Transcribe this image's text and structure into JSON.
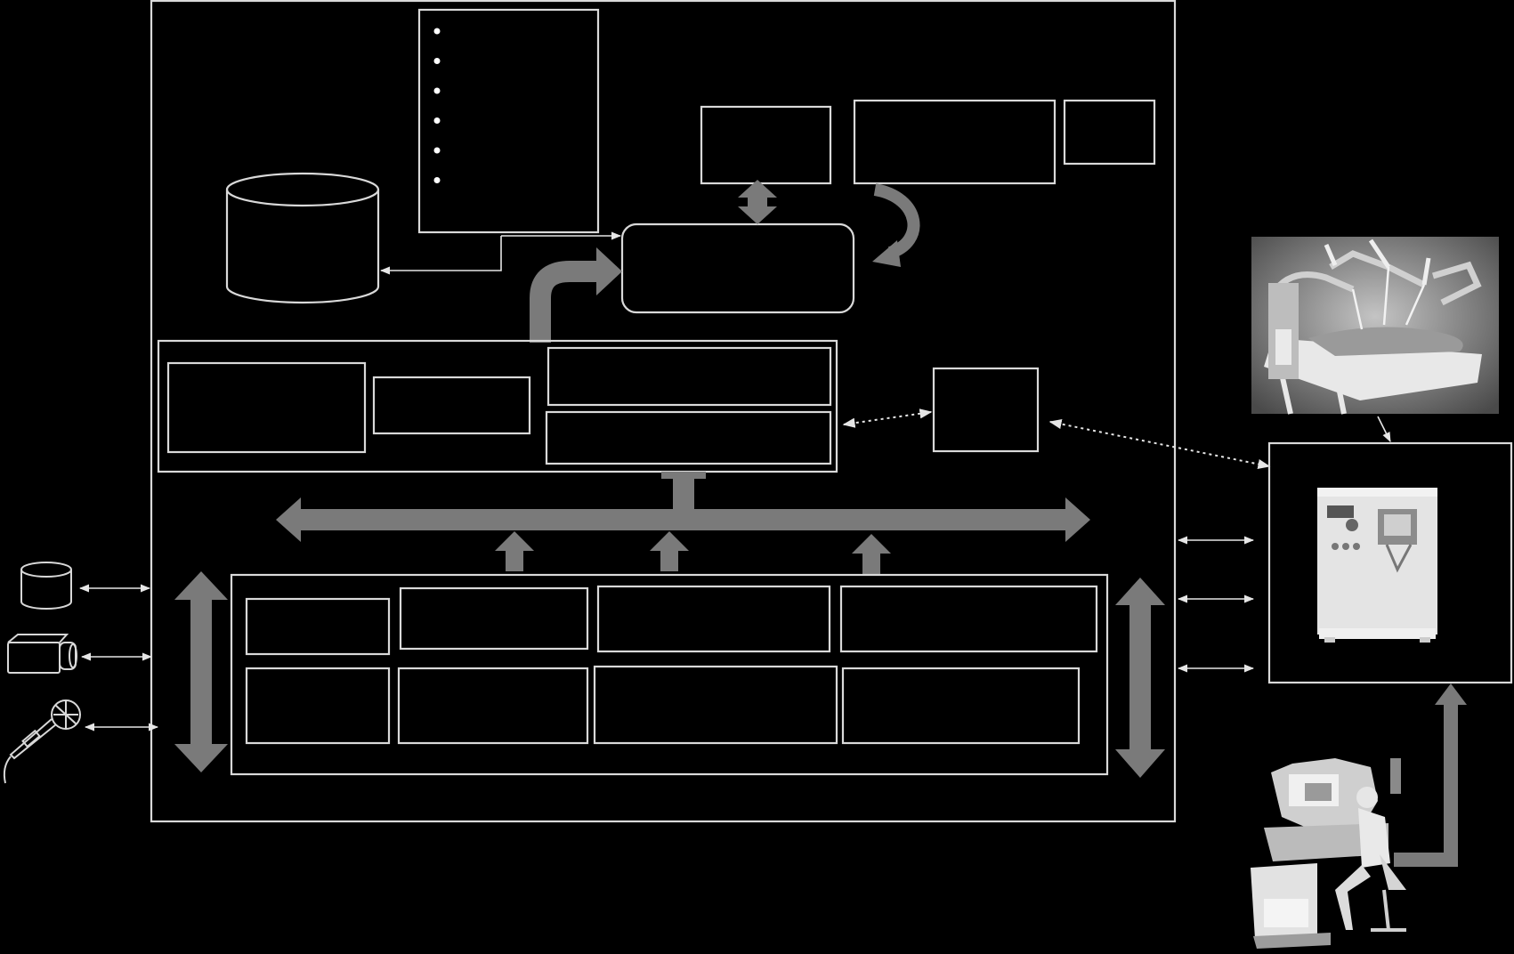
{
  "diagram": {
    "colors": {
      "background": "#000000",
      "outline": "#d9d9d9",
      "flow_arrow": "#7a7a7a",
      "connector": "#e6e6e6"
    },
    "icons": {
      "storage": "database-cylinder-icon",
      "camera": "video-camera-icon",
      "microphone": "microphone-icon",
      "robot": "surgical-robot-patient-side-cart-image",
      "tower": "vision-cart-tower-image",
      "console": "surgeon-console-image"
    },
    "bullet_count": 6
  }
}
